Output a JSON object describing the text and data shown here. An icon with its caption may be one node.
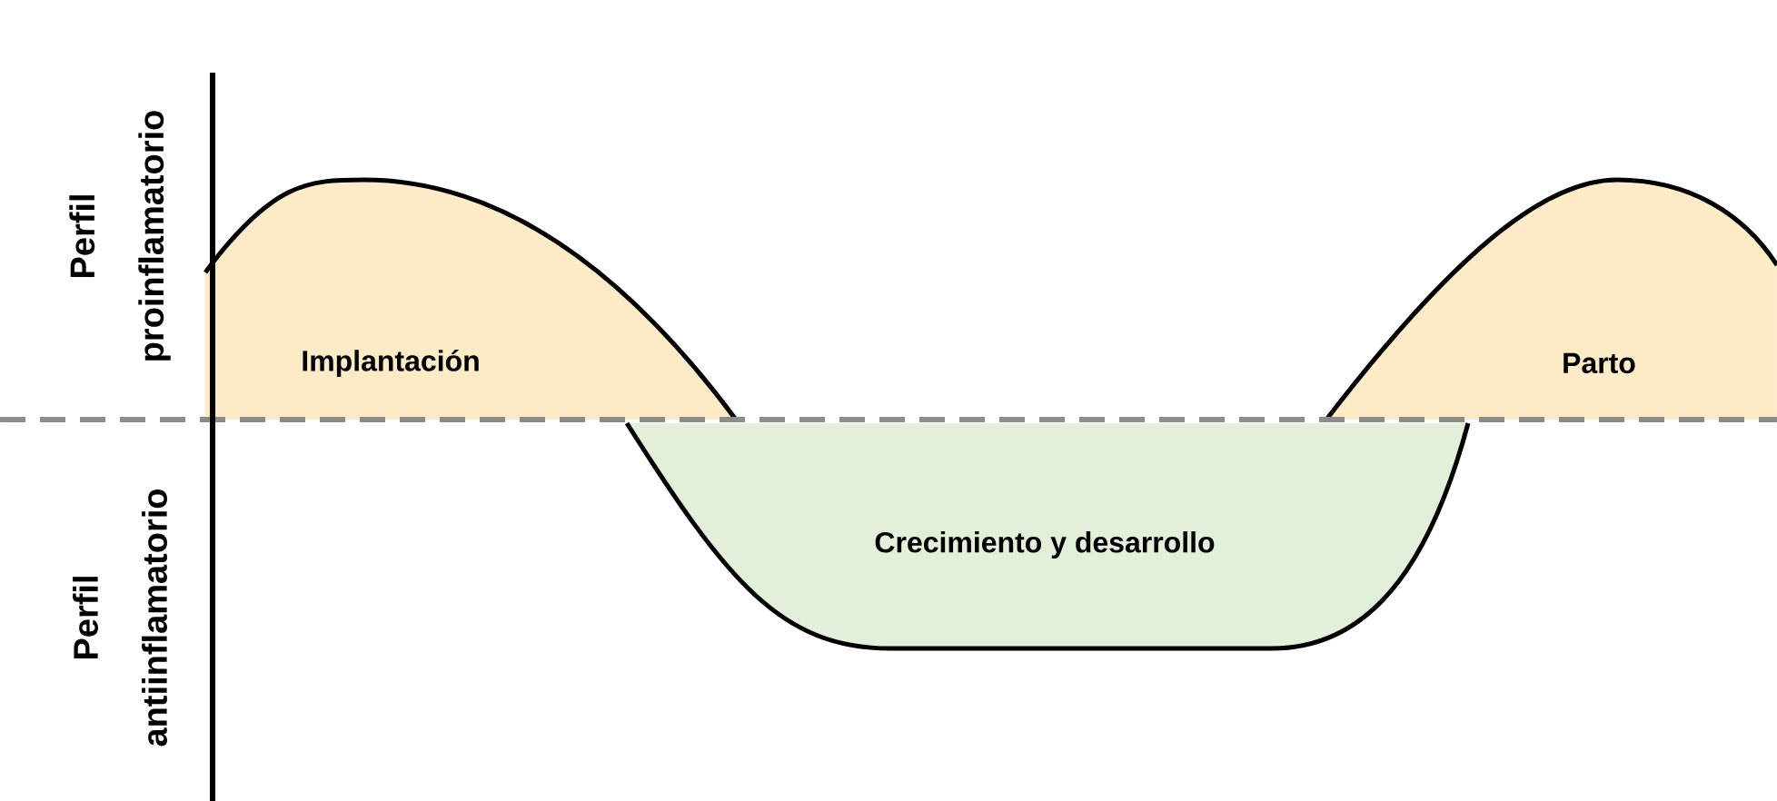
{
  "diagram": {
    "nodes": [
      {
        "text": [
          "Implantación"
        ]
      },
      {
        "text": [
          "Parto"
        ]
      },
      {
        "text": [
          "Crecimiento y desarrollo"
        ]
      }
    ],
    "labels": [
      "Perfil proinflamatorio",
      "Perfil antiinflamatorio"
    ]
  }
}
